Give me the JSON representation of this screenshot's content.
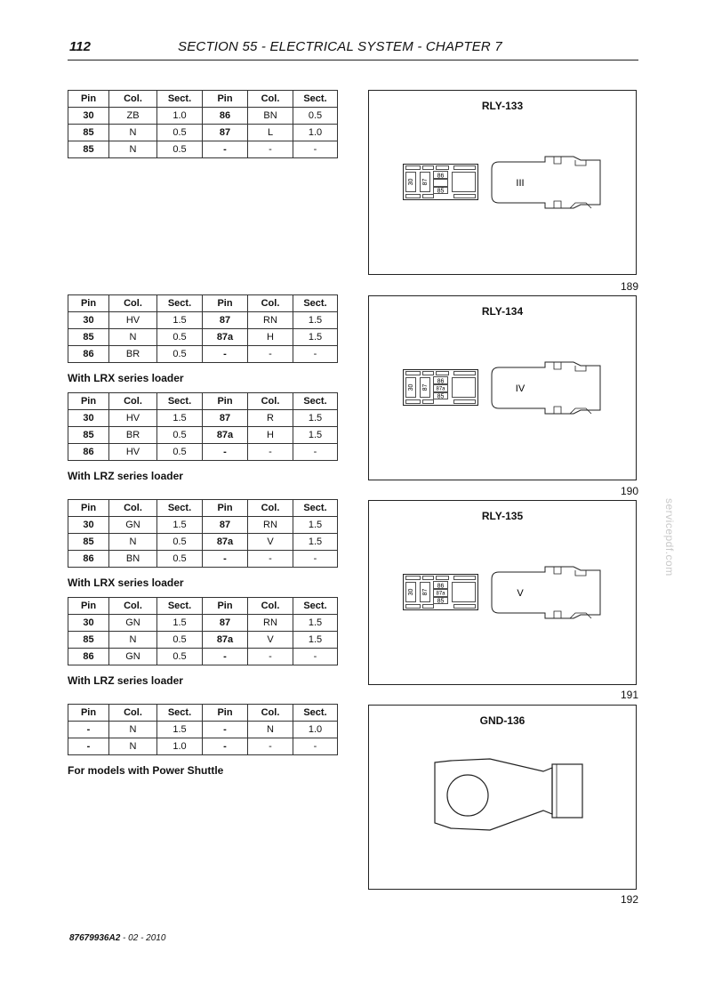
{
  "header": {
    "page_number": "112",
    "title": "SECTION 55 - ELECTRICAL SYSTEM - CHAPTER 7"
  },
  "table_headers": [
    "Pin",
    "Col.",
    "Sect.",
    "Pin",
    "Col.",
    "Sect."
  ],
  "tables": [
    {
      "rows": [
        [
          "30",
          "ZB",
          "1.0",
          "86",
          "BN",
          "0.5"
        ],
        [
          "85",
          "N",
          "0.5",
          "87",
          "L",
          "1.0"
        ],
        [
          "85",
          "N",
          "0.5",
          "-",
          "-",
          "-"
        ]
      ]
    },
    {
      "rows": [
        [
          "30",
          "HV",
          "1.5",
          "87",
          "RN",
          "1.5"
        ],
        [
          "85",
          "N",
          "0.5",
          "87a",
          "H",
          "1.5"
        ],
        [
          "86",
          "BR",
          "0.5",
          "-",
          "-",
          "-"
        ]
      ]
    },
    {
      "rows": [
        [
          "30",
          "HV",
          "1.5",
          "87",
          "R",
          "1.5"
        ],
        [
          "85",
          "BR",
          "0.5",
          "87a",
          "H",
          "1.5"
        ],
        [
          "86",
          "HV",
          "0.5",
          "-",
          "-",
          "-"
        ]
      ]
    },
    {
      "rows": [
        [
          "30",
          "GN",
          "1.5",
          "87",
          "RN",
          "1.5"
        ],
        [
          "85",
          "N",
          "0.5",
          "87a",
          "V",
          "1.5"
        ],
        [
          "86",
          "BN",
          "0.5",
          "-",
          "-",
          "-"
        ]
      ]
    },
    {
      "rows": [
        [
          "30",
          "GN",
          "1.5",
          "87",
          "RN",
          "1.5"
        ],
        [
          "85",
          "N",
          "0.5",
          "87a",
          "V",
          "1.5"
        ],
        [
          "86",
          "GN",
          "0.5",
          "-",
          "-",
          "-"
        ]
      ]
    },
    {
      "rows": [
        [
          "-",
          "N",
          "1.5",
          "-",
          "N",
          "1.0"
        ],
        [
          "-",
          "N",
          "1.0",
          "-",
          "-",
          "-"
        ]
      ]
    }
  ],
  "captions": {
    "lrx_1": "With LRX series loader",
    "lrz_1": "With LRZ series loader",
    "lrx_2": "With LRX series loader",
    "lrz_2": "With LRZ series loader",
    "power_shuttle": "For models with Power Shuttle"
  },
  "figures": [
    {
      "title": "RLY-133",
      "number": "189",
      "roman": "III",
      "pins": [
        "30",
        "87",
        "86",
        "85"
      ]
    },
    {
      "title": "RLY-134",
      "number": "190",
      "roman": "IV",
      "pins": [
        "30",
        "87",
        "86",
        "87a",
        "85"
      ]
    },
    {
      "title": "RLY-135",
      "number": "191",
      "roman": "V",
      "pins": [
        "30",
        "87",
        "86",
        "87a",
        "85"
      ]
    },
    {
      "title": "GND-136",
      "number": "192"
    }
  ],
  "watermark": "servicepdf.com",
  "footer": {
    "code": "87679936A2",
    "date": " - 02 - 2010"
  }
}
